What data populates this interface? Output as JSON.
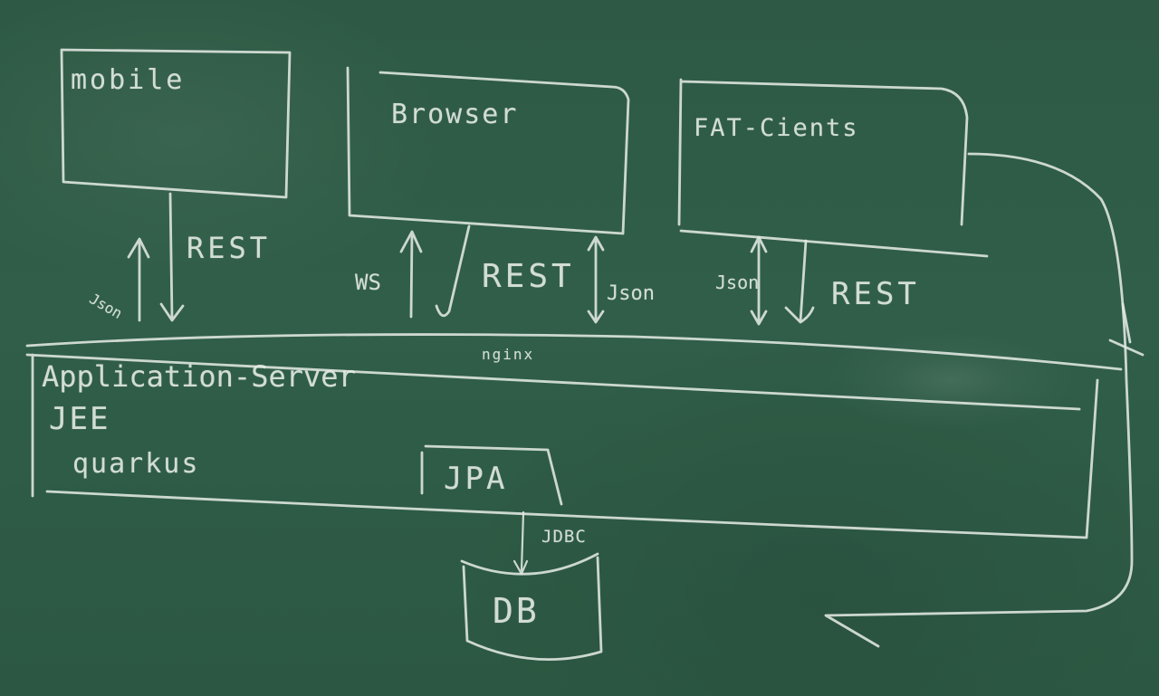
{
  "nodes": {
    "mobile": "mobile",
    "browser": "Browser",
    "fat_clients": "FAT-Cients",
    "app_server": "Application-Server",
    "jee": "JEE",
    "quarkus": "quarkus",
    "jpa": "JPA",
    "db": "DB"
  },
  "edges": {
    "mobile_rest": "REST",
    "mobile_json": "Json",
    "browser_ws": "WS",
    "browser_rest": "REST",
    "browser_json": "Json",
    "fat_json": "Json",
    "fat_rest": "REST",
    "nginx": "nginx",
    "jdbc": "JDBC"
  }
}
